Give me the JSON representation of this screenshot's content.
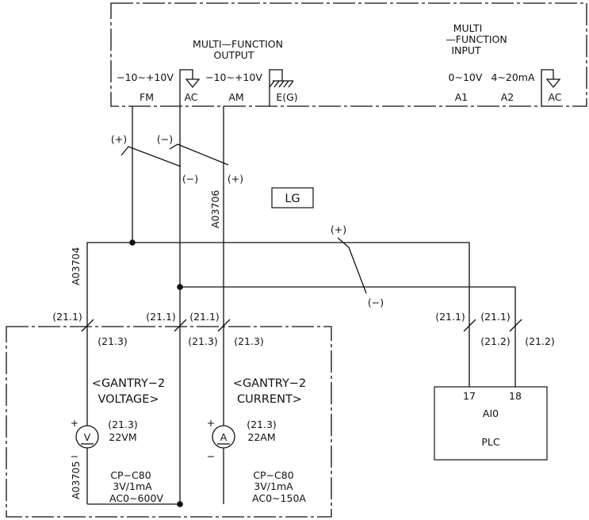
{
  "inverter": {
    "mfo_line1": "MULTI—FUNCTION",
    "mfo_line2": "OUTPUT",
    "mfi_line1": "MULTI",
    "mfi_line2": "—FUNCTION",
    "mfi_line3": "INPUT",
    "range_fm": "−10∼+10V",
    "range_am": "−10∼+10V",
    "range_a1": "0∼10V",
    "range_a2": "4∼20mA",
    "term_fm": "FM",
    "term_ac": "AC",
    "term_am": "AM",
    "term_eg": "E(G)",
    "term_a1": "A1",
    "term_a2": "A2",
    "term_ac2": "AC"
  },
  "polarity": {
    "plus_left": "(+)",
    "minus_left": "(−)",
    "minus_mid": "(−)",
    "plus_mid": "(+)",
    "plus_right": "(+)",
    "minus_right": "(−)"
  },
  "lg_label": "LG",
  "wire_labels": {
    "w1": "A03706",
    "w2": "A03704",
    "w3": "A03705"
  },
  "refs": {
    "r1": "(21.1)",
    "r2": "(21.1)",
    "r3": "(21.1)",
    "r4": "(21.3)",
    "r5": "(21.3)",
    "r6": "(21.3)",
    "r7": "(21.1)",
    "r8": "(21.1)",
    "r9": "(21.2)",
    "r10": "(21.2)"
  },
  "voltmeter": {
    "title1": "<GANTRY−2",
    "title2": "VOLTAGE>",
    "symbol": "V",
    "ref": "(21.3)",
    "tag": "22VM",
    "model": "CP−C80",
    "rating": "3V/1mA",
    "range": "AC0∼600V",
    "plus": "+",
    "minus": "−"
  },
  "ammeter": {
    "title1": "<GANTRY−2",
    "title2": "CURRENT>",
    "symbol": "A",
    "ref": "(21.3)",
    "tag": "22AM",
    "model": "CP−C80",
    "rating": "3V/1mA",
    "range": "AC0∼150A",
    "plus": "+",
    "minus": "−"
  },
  "plc": {
    "t17": "17",
    "t18": "18",
    "module": "AI0",
    "name": "PLC"
  }
}
